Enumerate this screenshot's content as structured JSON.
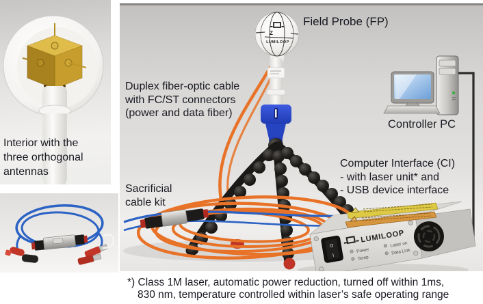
{
  "interior_photo": {
    "caption": {
      "line1": "Interior with the",
      "line2": "three orthogonal",
      "line3": "antennas"
    }
  },
  "labels": {
    "field_probe": "Field Probe (FP)",
    "duplex_cable": {
      "line1": "Duplex fiber-optic cable",
      "line2": "with FC/ST connectors",
      "line3": "(power and data fiber)"
    },
    "sacrificial": {
      "line1": "Sacrificial",
      "line2": "cable kit"
    },
    "controller_pc": "Controller PC",
    "computer_interface": {
      "line1": "Computer Interface (CI)",
      "line2": "- with laser unit* and",
      "line3": "- USB device interface"
    }
  },
  "probe": {
    "brand": "LUMILOOP",
    "axis": "Z"
  },
  "ci_box": {
    "brand": "LUMILOOP",
    "leds": {
      "power": "Power",
      "temp": "Temp",
      "laser": "Laser on",
      "data": "Data Link"
    },
    "switch": {
      "off": "O",
      "on": "I"
    }
  },
  "footnote": {
    "line1": "*) Class 1M laser, automatic power reduction, turned off within 1ms,",
    "line2": "830 nm, temperature controlled within laser’s safe operating range"
  },
  "colors": {
    "orange_cable": "#e87227",
    "blue_cable": "#2b62c4",
    "gold_cube": "#c79e2e",
    "probe_mount_blue": "#2847c8",
    "text": "#191922"
  }
}
